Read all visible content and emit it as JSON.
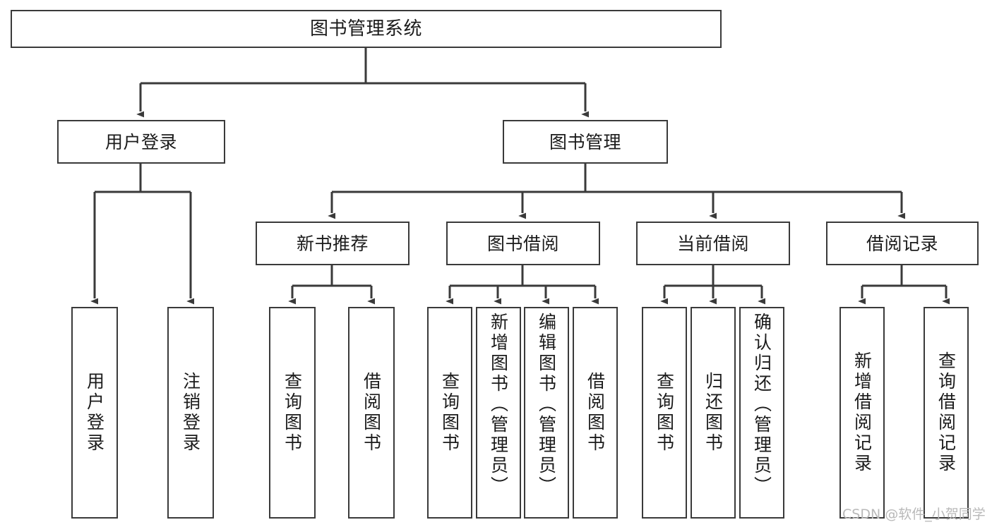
{
  "diagram": {
    "type": "hierarchy-tree",
    "title": "图书管理系统",
    "watermark": "CSDN @软件_小贺同学",
    "colors": {
      "stroke": "#3a3a3a",
      "fill": "#ffffff",
      "text": "#1b1b1b",
      "watermark": "#b9b9b9"
    },
    "nodes": {
      "root": {
        "label": "图书管理系统"
      },
      "level2": [
        {
          "id": "user-login",
          "label": "用户登录"
        },
        {
          "id": "book-manage",
          "label": "图书管理"
        }
      ],
      "level3": [
        {
          "id": "new-book-rec",
          "label": "新书推荐"
        },
        {
          "id": "book-borrow",
          "label": "图书借阅"
        },
        {
          "id": "current-borrow",
          "label": "当前借阅"
        },
        {
          "id": "borrow-record",
          "label": "借阅记录"
        }
      ],
      "leaves": [
        {
          "id": "leaf-user-login",
          "label": "用户登录",
          "parent": "user-login"
        },
        {
          "id": "leaf-user-logout",
          "label": "注销登录",
          "parent": "user-login"
        },
        {
          "id": "leaf-query-book-1",
          "label": "查询图书",
          "parent": "new-book-rec"
        },
        {
          "id": "leaf-borrow-book-1",
          "label": "借阅图书",
          "parent": "new-book-rec"
        },
        {
          "id": "leaf-query-book-2",
          "label": "查询图书",
          "parent": "book-borrow"
        },
        {
          "id": "leaf-add-book",
          "label": "新增图书（管理员）",
          "parent": "book-borrow"
        },
        {
          "id": "leaf-edit-book",
          "label": "编辑图书（管理员）",
          "parent": "book-borrow"
        },
        {
          "id": "leaf-borrow-book-2",
          "label": "借阅图书",
          "parent": "book-borrow"
        },
        {
          "id": "leaf-query-book-3",
          "label": "查询图书",
          "parent": "current-borrow"
        },
        {
          "id": "leaf-return-book",
          "label": "归还图书",
          "parent": "current-borrow"
        },
        {
          "id": "leaf-confirm-return",
          "label": "确认归还（管理员）",
          "parent": "current-borrow"
        },
        {
          "id": "leaf-add-record",
          "label": "新增借阅记录",
          "parent": "borrow-record"
        },
        {
          "id": "leaf-query-record",
          "label": "查询借阅记录",
          "parent": "borrow-record"
        }
      ]
    }
  }
}
